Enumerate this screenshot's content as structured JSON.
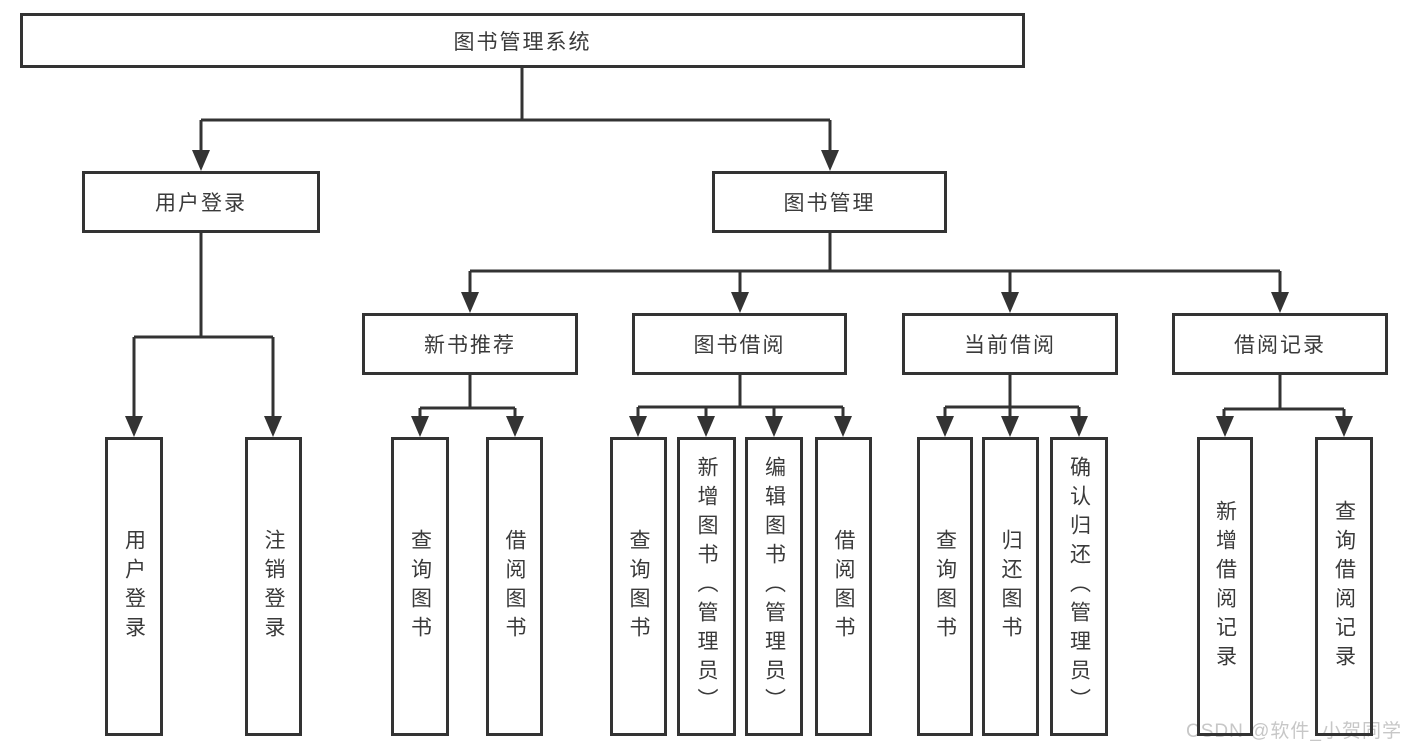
{
  "diagram": {
    "title_node": {
      "label": "图书管理系统"
    },
    "level2": [
      {
        "label": "用户登录"
      },
      {
        "label": "图书管理"
      }
    ],
    "level3": [
      {
        "label": "新书推荐",
        "parent": "图书管理"
      },
      {
        "label": "图书借阅",
        "parent": "图书管理"
      },
      {
        "label": "当前借阅",
        "parent": "图书管理"
      },
      {
        "label": "借阅记录",
        "parent": "图书管理"
      }
    ],
    "leaves": [
      {
        "label": "用户登录",
        "parent": "用户登录"
      },
      {
        "label": "注销登录",
        "parent": "用户登录"
      },
      {
        "label": "查询图书",
        "parent": "新书推荐"
      },
      {
        "label": "借阅图书",
        "parent": "新书推荐"
      },
      {
        "label": "查询图书",
        "parent": "图书借阅"
      },
      {
        "label": "新增图书（管理员）",
        "parent": "图书借阅"
      },
      {
        "label": "编辑图书（管理员）",
        "parent": "图书借阅"
      },
      {
        "label": "借阅图书",
        "parent": "图书借阅"
      },
      {
        "label": "查询图书",
        "parent": "当前借阅"
      },
      {
        "label": "归还图书",
        "parent": "当前借阅"
      },
      {
        "label": "确认归还（管理员）",
        "parent": "当前借阅"
      },
      {
        "label": "新增借阅记录",
        "parent": "借阅记录"
      },
      {
        "label": "查询借阅记录",
        "parent": "借阅记录"
      }
    ]
  },
  "watermark": {
    "text": "CSDN @软件_小贺同学"
  },
  "colors": {
    "line": "#333333",
    "text": "#3a3a3a",
    "watermark": "#c7c7c7",
    "background": "#ffffff"
  }
}
